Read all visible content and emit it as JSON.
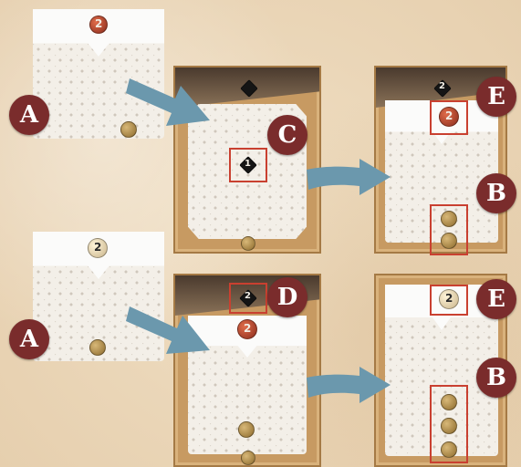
{
  "labels": {
    "a": "A",
    "b": "B",
    "c": "C",
    "d": "D",
    "e": "E"
  },
  "tokens": {
    "red_value": "2",
    "cream_value": "2",
    "black_value": "1",
    "dark_value": "2"
  },
  "colors": {
    "background": "#ecd9bc",
    "label_circle": "#7a2c2c",
    "highlight_box": "#c94030",
    "arrow": "#6b98ad",
    "card_frame": "#c79a62"
  }
}
